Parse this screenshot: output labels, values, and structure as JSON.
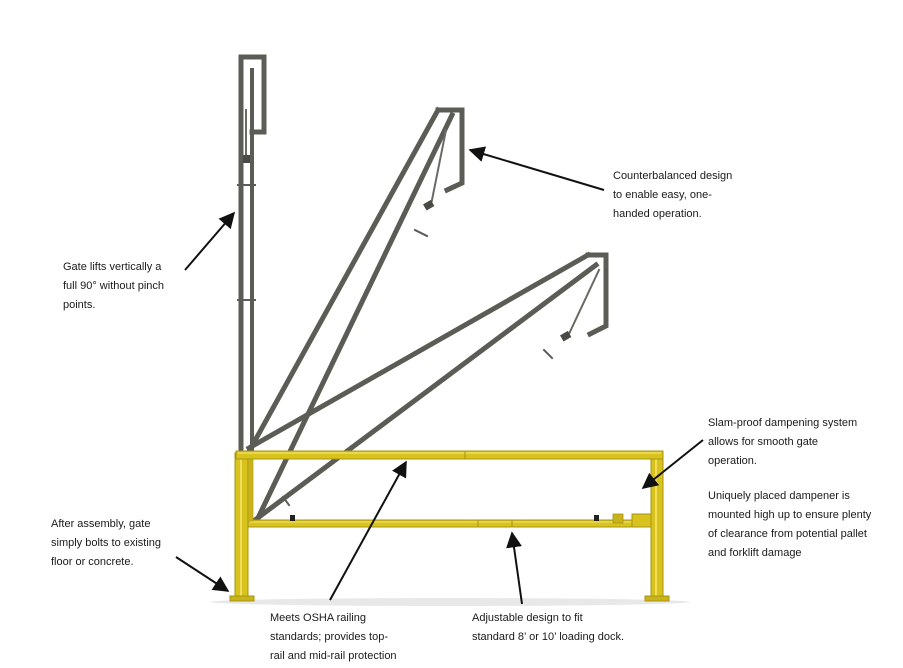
{
  "colors": {
    "gate_gray": "#5c5c57",
    "gate_gray_dark": "#3e3e3a",
    "frame_yellow": "#d8c21e",
    "frame_yellow_dark": "#a89412",
    "arrow": "#111111",
    "text": "#1a1a1a"
  },
  "callouts": {
    "counterbalanced": "Counterbalanced design\nto enable easy, one-\nhanded operation.",
    "gate_lifts": "Gate lifts vertically a\nfull 90° without pinch\npoints.",
    "slam_proof": "Slam-proof dampening system\nallows for smooth gate\noperation.",
    "dampener": "Uniquely placed dampener is\nmounted high up to ensure plenty\nof clearance from potential pallet\nand forklift damage",
    "after_assembly": "After assembly, gate\nsimply bolts to existing\nfloor or concrete.",
    "osha": "Meets OSHA railing\nstandards; provides top-\nrail and mid-rail protection",
    "adjustable": "Adjustable design to fit\nstandard  8’ or 10’ loading dock."
  }
}
